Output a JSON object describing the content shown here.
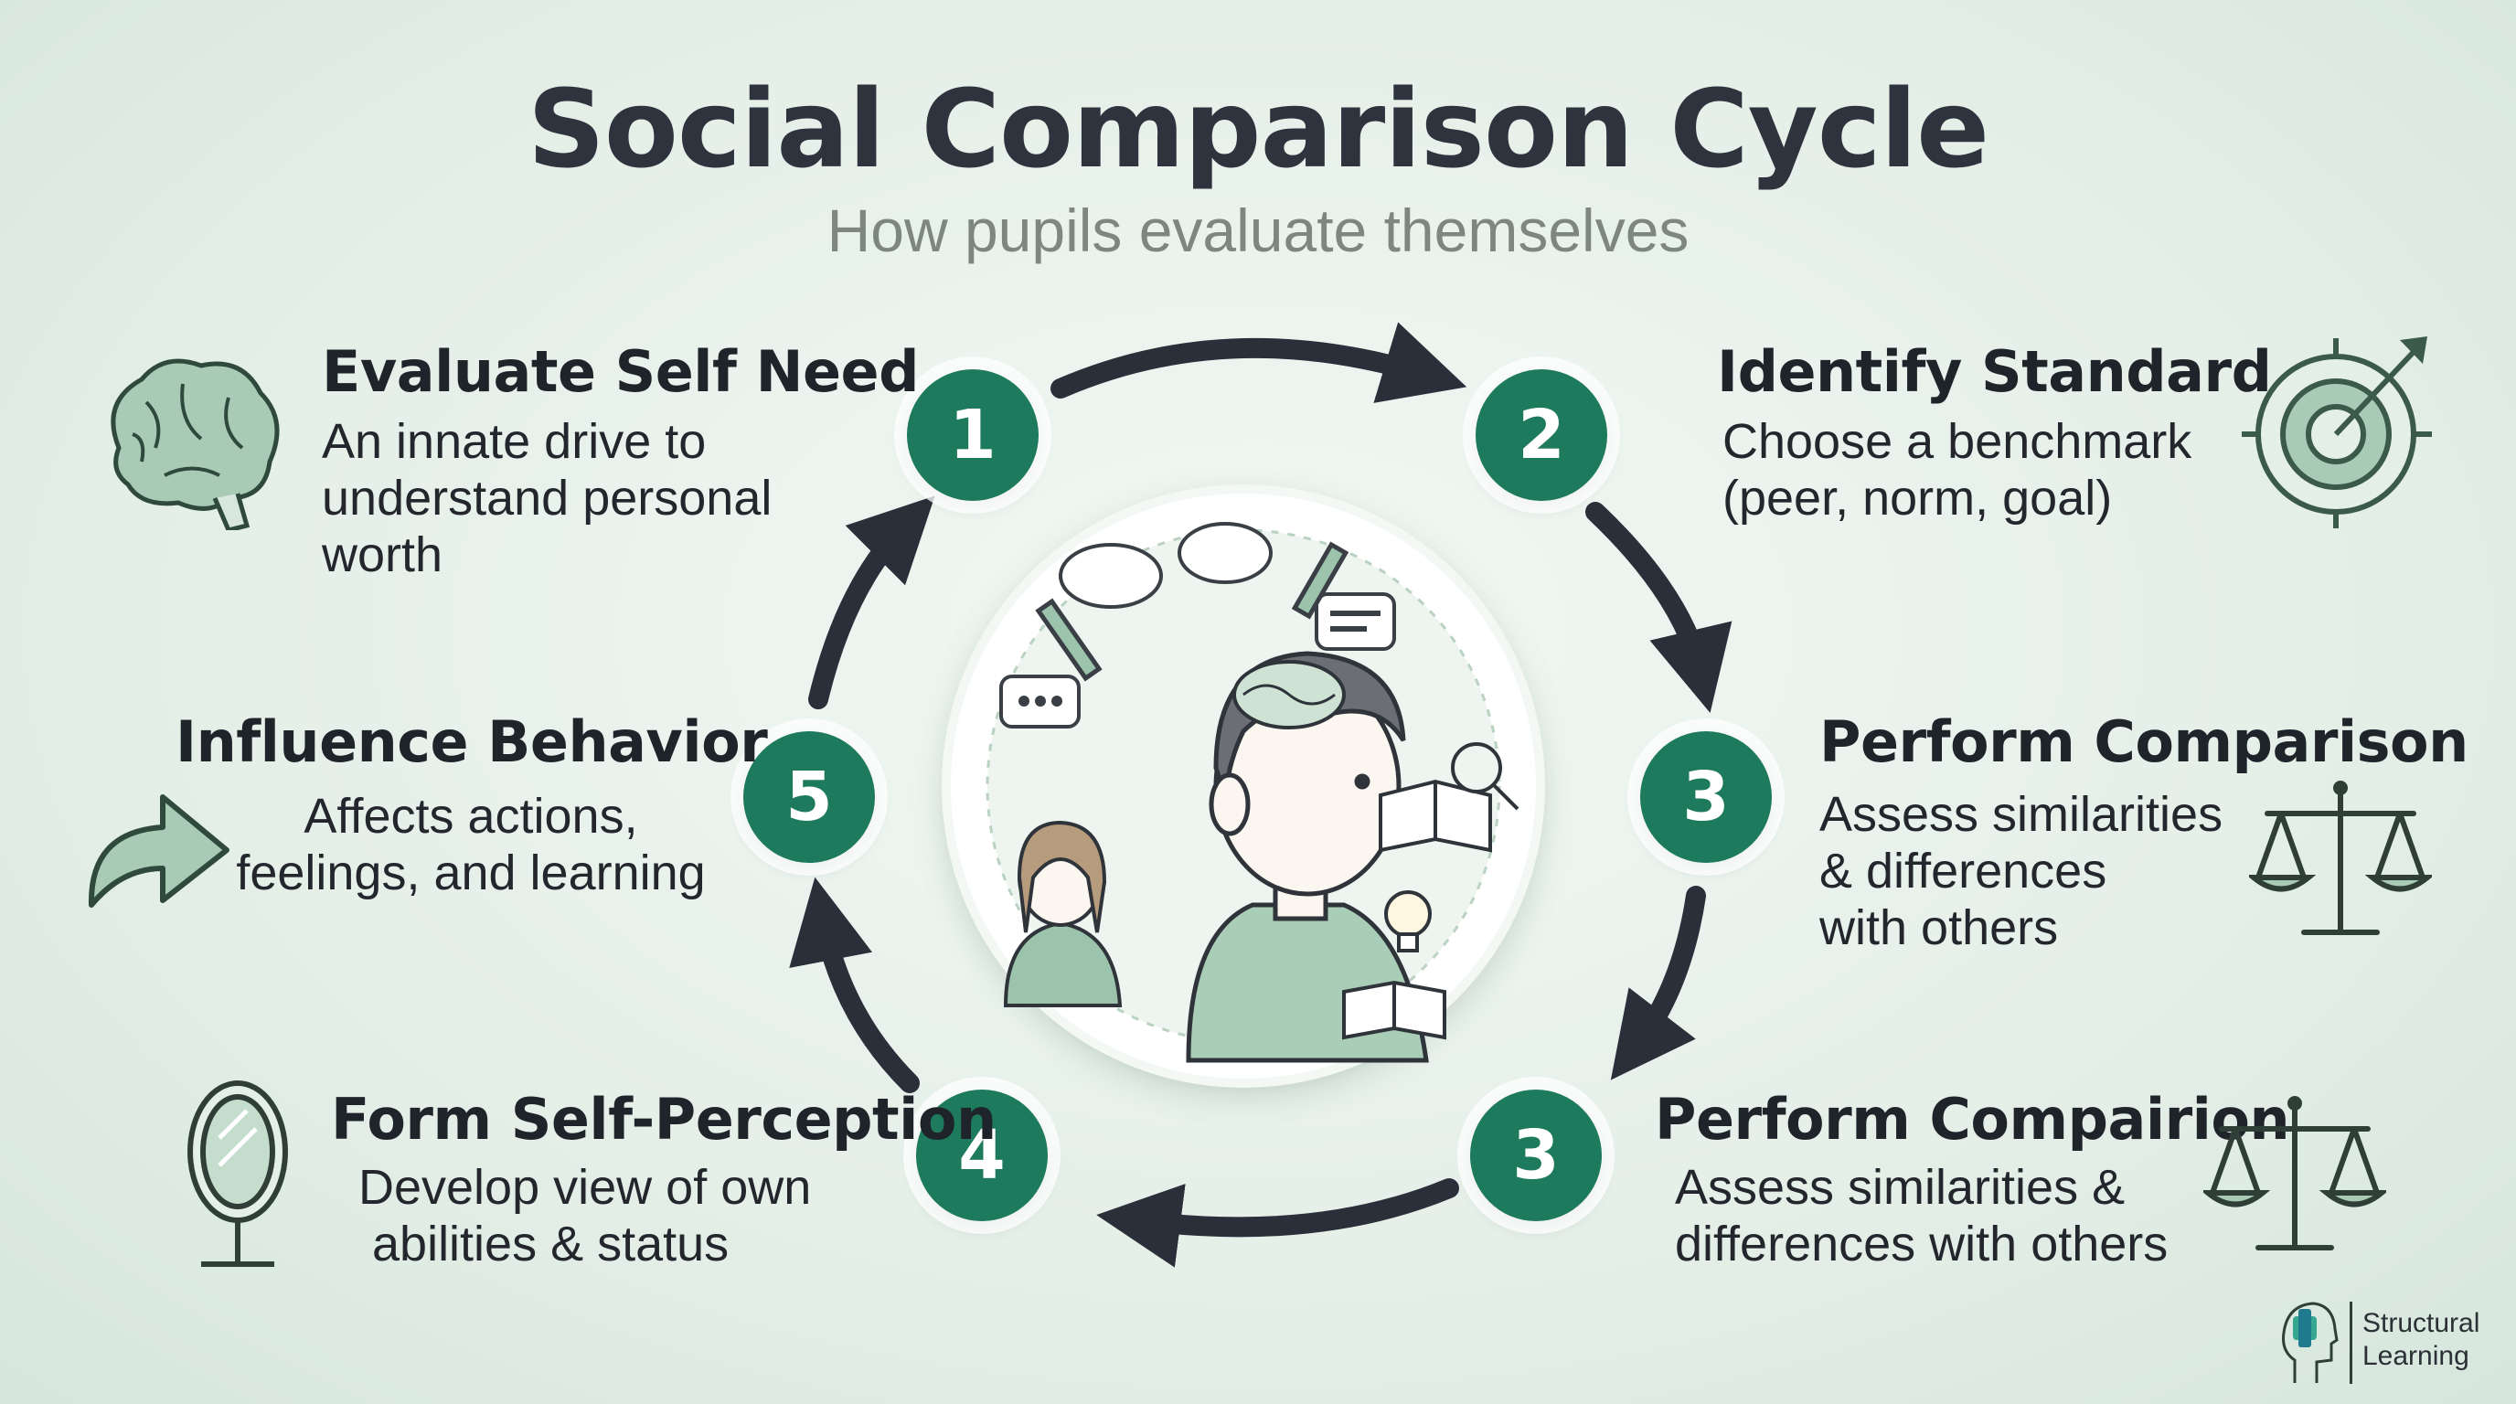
{
  "title": "Social Comparison Cycle",
  "subtitle": "How pupils evaluate themselves",
  "steps": [
    {
      "number": "1",
      "title": "Evaluate Self Need",
      "desc": [
        "An innate drive to",
        "understand personal",
        "worth"
      ],
      "icon": "brain-icon"
    },
    {
      "number": "2",
      "title": "Identify Standard",
      "desc": [
        "Choose a benchmark",
        "(peer, norm, goal)"
      ],
      "icon": "target-icon"
    },
    {
      "number": "3",
      "title": "Perform Comparison",
      "desc": [
        "Assess similarities",
        "& differences",
        "with others"
      ],
      "icon": "scales-icon"
    },
    {
      "number": "3",
      "title": "Perform Compairion",
      "desc": [
        "Assess similarities &",
        "differences with others"
      ],
      "icon": "scales-icon"
    },
    {
      "number": "4",
      "title": "Form Self-Perception",
      "desc": [
        "Develop view of own",
        " abilities & status"
      ],
      "icon": "mirror-icon"
    },
    {
      "number": "5",
      "title": "Influence Behavior",
      "desc": [
        "Affects actions,",
        "feelings, and learning"
      ],
      "icon": "curved-arrow-icon"
    }
  ],
  "brand": {
    "line1": "Structural",
    "line2": "Learning"
  },
  "colors": {
    "accent": "#1e7a5c",
    "arrow": "#2b2f3a",
    "icon_green": "#8fb8a0"
  }
}
